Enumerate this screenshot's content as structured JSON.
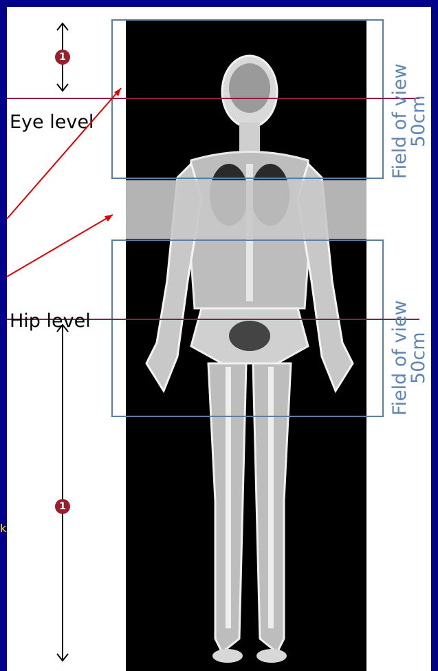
{
  "labels": {
    "eye_level": "Eye level",
    "hip_level": "Hip level"
  },
  "fov": {
    "top_line1": "Field of view",
    "top_line2": "50cm",
    "bottom_line1": "Field of view",
    "bottom_line2": "50cm"
  },
  "badges": {
    "top": "1",
    "bottom": "1"
  },
  "edge_text": "k",
  "colors": {
    "background": "#00008a",
    "level_line": "#8a1d4a",
    "fov_box": "#5a7fa3",
    "fov_text": "#5f86b3",
    "badge": "#9b1e2f",
    "pointer": "#e00000",
    "edge_text": "#ffe600"
  }
}
